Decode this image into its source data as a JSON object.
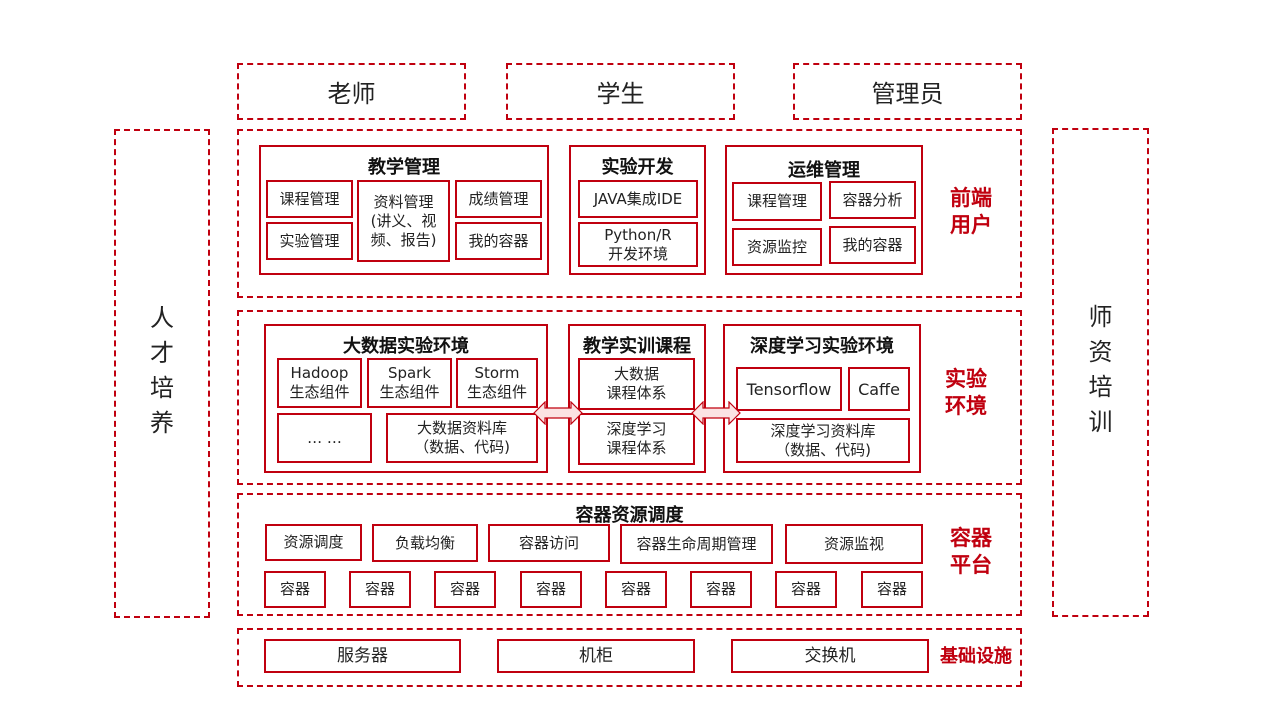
{
  "roles": [
    "老师",
    "学生",
    "管理员"
  ],
  "left_side": "人\n才\n培\n养",
  "right_side": "师\n资\n培\n训",
  "layer_labels": {
    "frontend": "前端\n用户",
    "experiment": "实验\n环境",
    "container": "容器\n平台",
    "infra": "基础设施"
  },
  "frontend": {
    "teaching": {
      "title": "教学管理",
      "items": [
        "课程管理",
        "实验管理",
        "资料管理\n(讲义、视\n频、报告)",
        "成绩管理",
        "我的容器"
      ]
    },
    "dev": {
      "title": "实验开发",
      "items": [
        "JAVA集成IDE",
        "Python/R\n开发环境"
      ]
    },
    "ops": {
      "title": "运维管理",
      "items": [
        "课程管理",
        "容器分析",
        "资源监控",
        "我的容器"
      ]
    }
  },
  "experiment": {
    "bigdata": {
      "title": "大数据实验环境",
      "items": [
        "Hadoop\n生态组件",
        "Spark\n生态组件",
        "Storm\n生态组件",
        "… …",
        "大数据资料库\n（数据、代码)"
      ]
    },
    "course": {
      "title": "教学实训课程",
      "items": [
        "大数据\n课程体系",
        "深度学习\n课程体系"
      ]
    },
    "deep": {
      "title": "深度学习实验环境",
      "items": [
        "Tensorflow",
        "Caffe",
        "深度学习资料库\n（数据、代码)"
      ]
    }
  },
  "container_platform": {
    "title": "容器资源调度",
    "services": [
      "资源调度",
      "负载均衡",
      "容器访问",
      "容器生命周期管理",
      "资源监视"
    ],
    "containers": [
      "容器",
      "容器",
      "容器",
      "容器",
      "容器",
      "容器",
      "容器",
      "容器"
    ]
  },
  "infrastructure": [
    "服务器",
    "机柜",
    "交换机"
  ],
  "colors": {
    "accent": "#c0000f",
    "arrow_fill": "#fbe3e3"
  }
}
